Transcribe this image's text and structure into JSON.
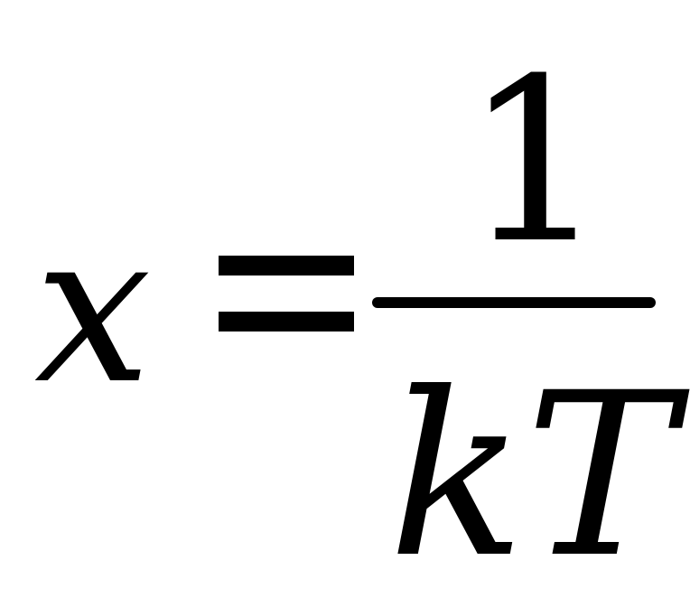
{
  "formula": {
    "lhs": "x",
    "relation": "=",
    "numerator": "1",
    "denominator": "kT"
  }
}
